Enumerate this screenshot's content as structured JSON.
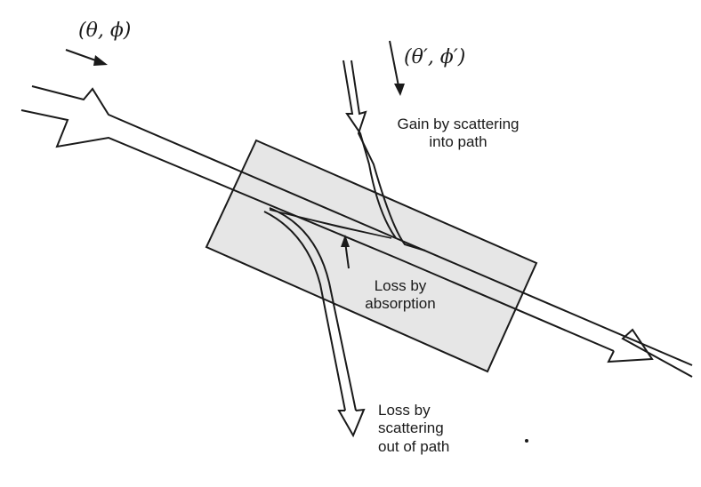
{
  "incident_direction": "(θ, ϕ)",
  "scattered_direction": "(θ′, ϕ′)",
  "gain_label": [
    "Gain by scattering",
    "into path"
  ],
  "absorption_label": [
    "Loss by",
    "absorption"
  ],
  "scatter_out_label": [
    "Loss by",
    "scattering",
    "out of path"
  ],
  "colors": {
    "ink": "#1a1a1a",
    "volume_fill": "#e6e6e6"
  }
}
